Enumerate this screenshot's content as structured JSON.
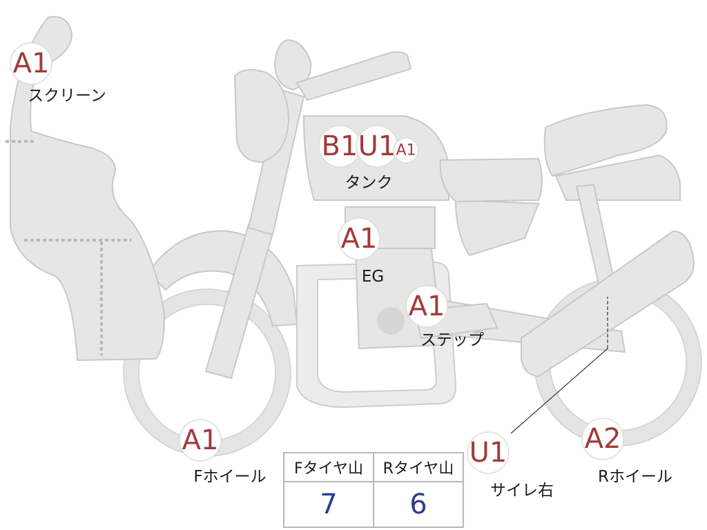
{
  "parts": [
    {
      "id": "screen",
      "label": "スクリーン",
      "badges": [
        "A1"
      ]
    },
    {
      "id": "tank",
      "label": "タンク",
      "badges": [
        "B1",
        "U1",
        "A1"
      ]
    },
    {
      "id": "engine",
      "label": "EG",
      "badges": [
        "A1"
      ]
    },
    {
      "id": "step",
      "label": "ステップ",
      "badges": [
        "A1"
      ]
    },
    {
      "id": "front-wheel",
      "label": "Fホイール",
      "badges": [
        "A1"
      ]
    },
    {
      "id": "muffler-right",
      "label": "サイレ右",
      "badges": [
        "U1"
      ]
    },
    {
      "id": "rear-wheel",
      "label": "Rホイール",
      "badges": [
        "A2"
      ]
    }
  ],
  "tread_table": {
    "headers": [
      "Fタイヤ山",
      "Rタイヤ山"
    ],
    "values": [
      "7",
      "6"
    ]
  },
  "colors": {
    "badge_text": "#a23a3a",
    "table_value": "#2b3f86",
    "body_fill": "#e6e6e4"
  }
}
